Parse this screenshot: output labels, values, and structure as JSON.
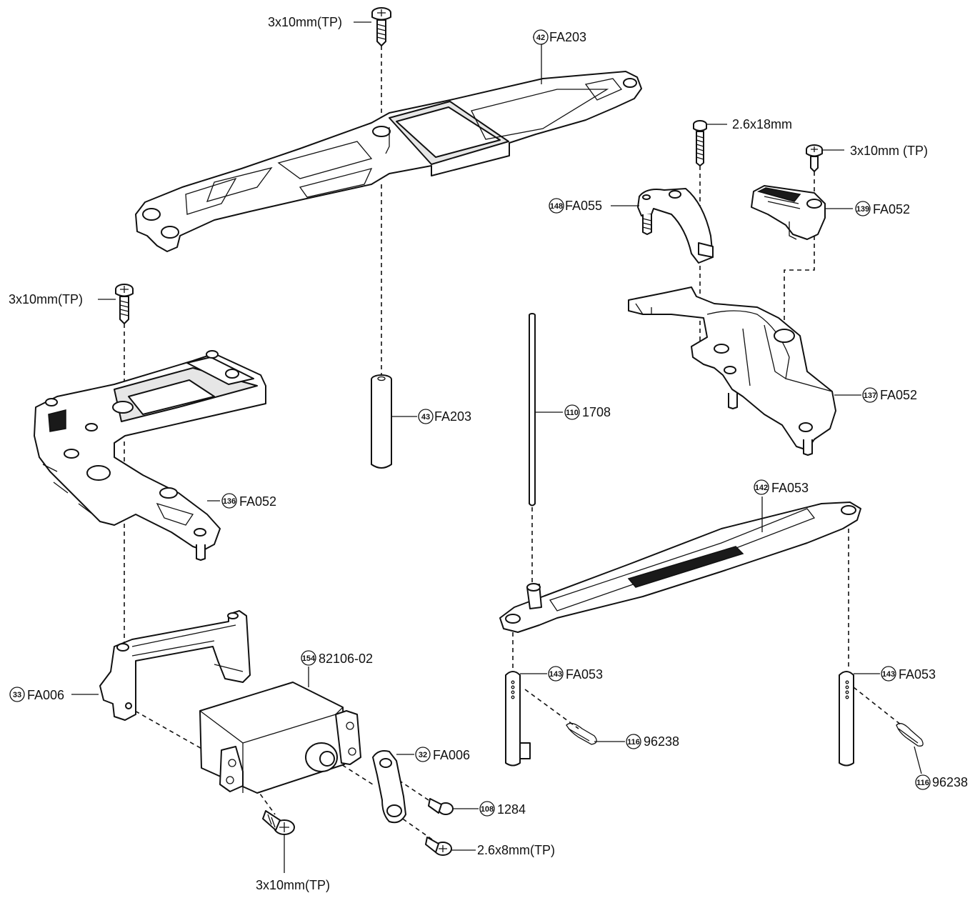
{
  "labels": {
    "screw_top": "3x10mm(TP)",
    "p42": {
      "num": "42",
      "code": "FA203"
    },
    "screw_26x18": "2.6x18mm",
    "screw_tp_right": "3x10mm (TP)",
    "p148": {
      "num": "148",
      "code": "FA055"
    },
    "p139": {
      "num": "139",
      "code": "FA052"
    },
    "screw_left": "3x10mm(TP)",
    "p43": {
      "num": "43",
      "code": "FA203"
    },
    "p110": {
      "num": "110",
      "code": "1708"
    },
    "p137": {
      "num": "137",
      "code": "FA052"
    },
    "p136": {
      "num": "136",
      "code": "FA052"
    },
    "p142": {
      "num": "142",
      "code": "FA053"
    },
    "p154": {
      "num": "154",
      "code": "82106-02"
    },
    "p33": {
      "num": "33",
      "code": "FA006"
    },
    "p143a": {
      "num": "143",
      "code": "FA053"
    },
    "p143b": {
      "num": "143",
      "code": "FA053"
    },
    "p32": {
      "num": "32",
      "code": "FA006"
    },
    "p116a": {
      "num": "116",
      "code": "96238"
    },
    "p116b": {
      "num": "116",
      "code": "96238"
    },
    "p108": {
      "num": "108",
      "code": "1284"
    },
    "screw_26x8": "2.6x8mm(TP)",
    "screw_bottom": "3x10mm(TP)"
  }
}
